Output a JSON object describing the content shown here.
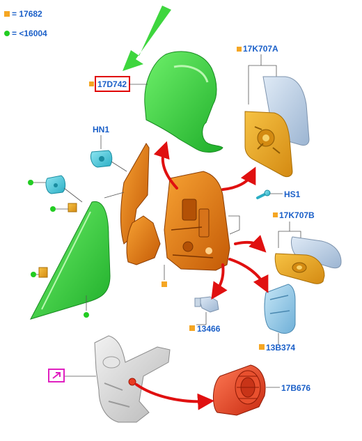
{
  "legend": [
    {
      "marker": "square",
      "color": "#f5a623",
      "text": "= 17682"
    },
    {
      "marker": "circle",
      "color": "#22cc22",
      "text": "= <16004"
    }
  ],
  "callouts": {
    "mirror_cap": "17D742",
    "glass_upper": "17K707A",
    "hn1": "HN1",
    "hs1": "HS1",
    "glass_lower": "17K707B",
    "bulb": "13466",
    "lamp": "13B374",
    "motor": "17B676"
  },
  "colors": {
    "label_text": "#1a5fc8",
    "marker_square": "#f5a623",
    "marker_circle": "#22cc22",
    "highlight_box": "#e00000",
    "arrow_red": "#e01010",
    "arrow_green": "#3ed63e",
    "view_icon": "#e020c0"
  },
  "icons": [
    "view-direction-arrow-icon",
    "link-icon"
  ]
}
